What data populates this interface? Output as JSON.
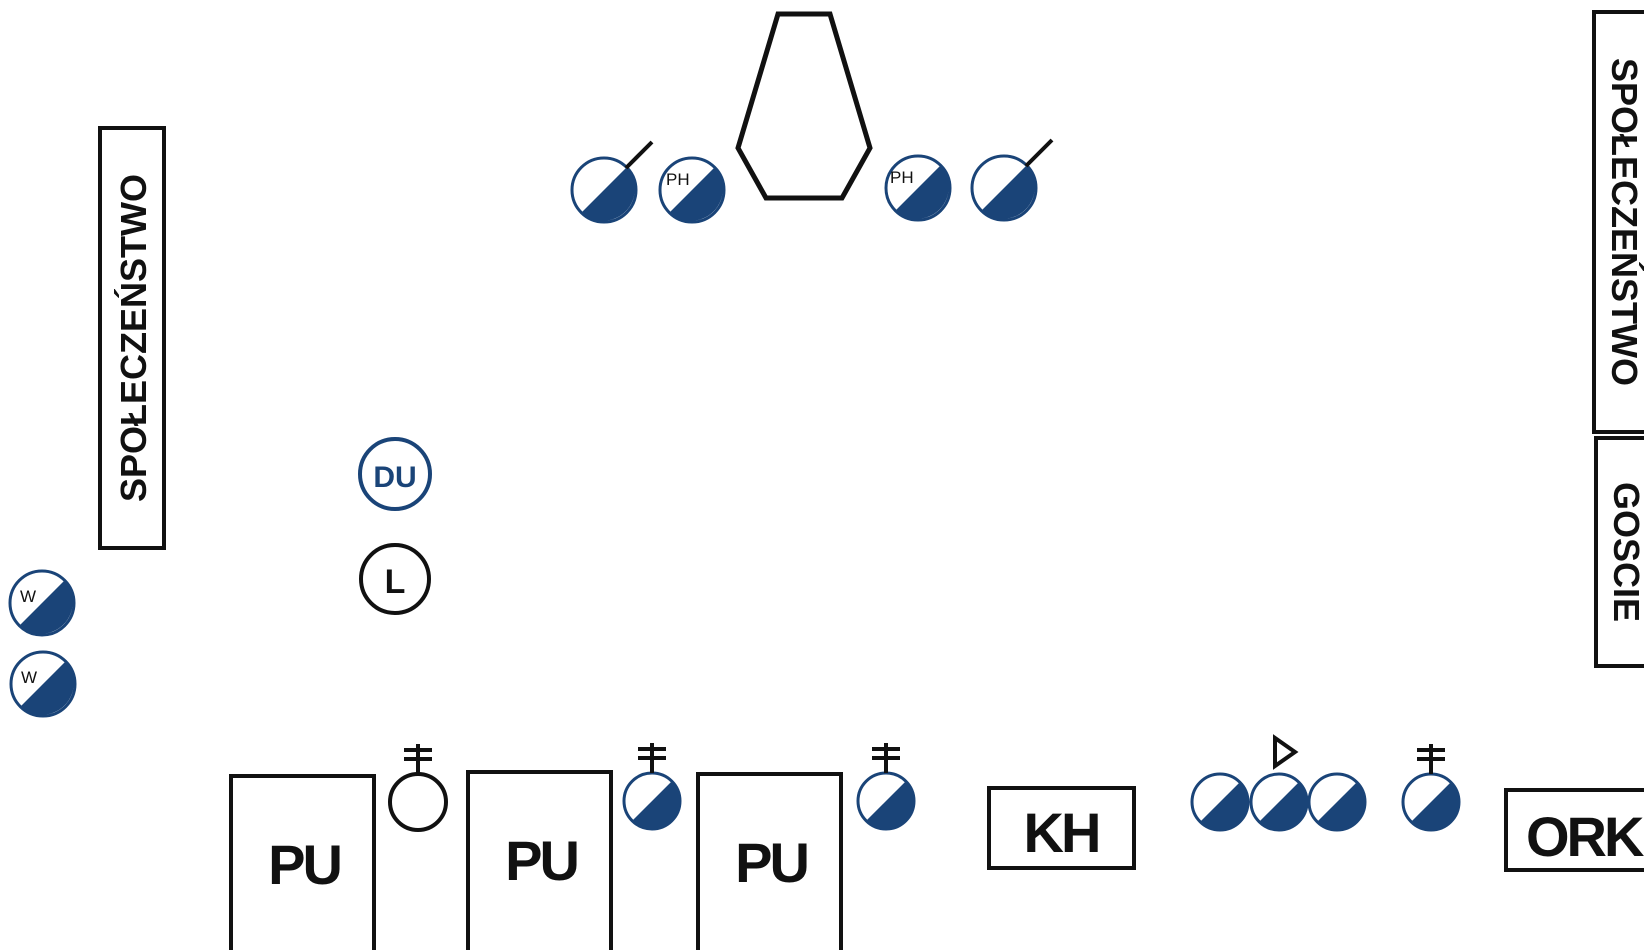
{
  "labels": {
    "left_vertical": "SPOŁECZEŃSTWO",
    "right_vertical_top": "SPOŁECZEŃSTWO",
    "right_vertical_bottom": "GOSCIE",
    "pu_1": "PU",
    "pu_2": "PU",
    "pu_3": "PU",
    "kh": "KH",
    "ork": "ORK",
    "du": "DU",
    "l": "L",
    "ph_left": "PH",
    "ph_right": "PH",
    "w_top": "W",
    "w_bottom": "W"
  },
  "colors": {
    "accent": "#1a4478",
    "line": "#111111",
    "background": "#ffffff"
  }
}
